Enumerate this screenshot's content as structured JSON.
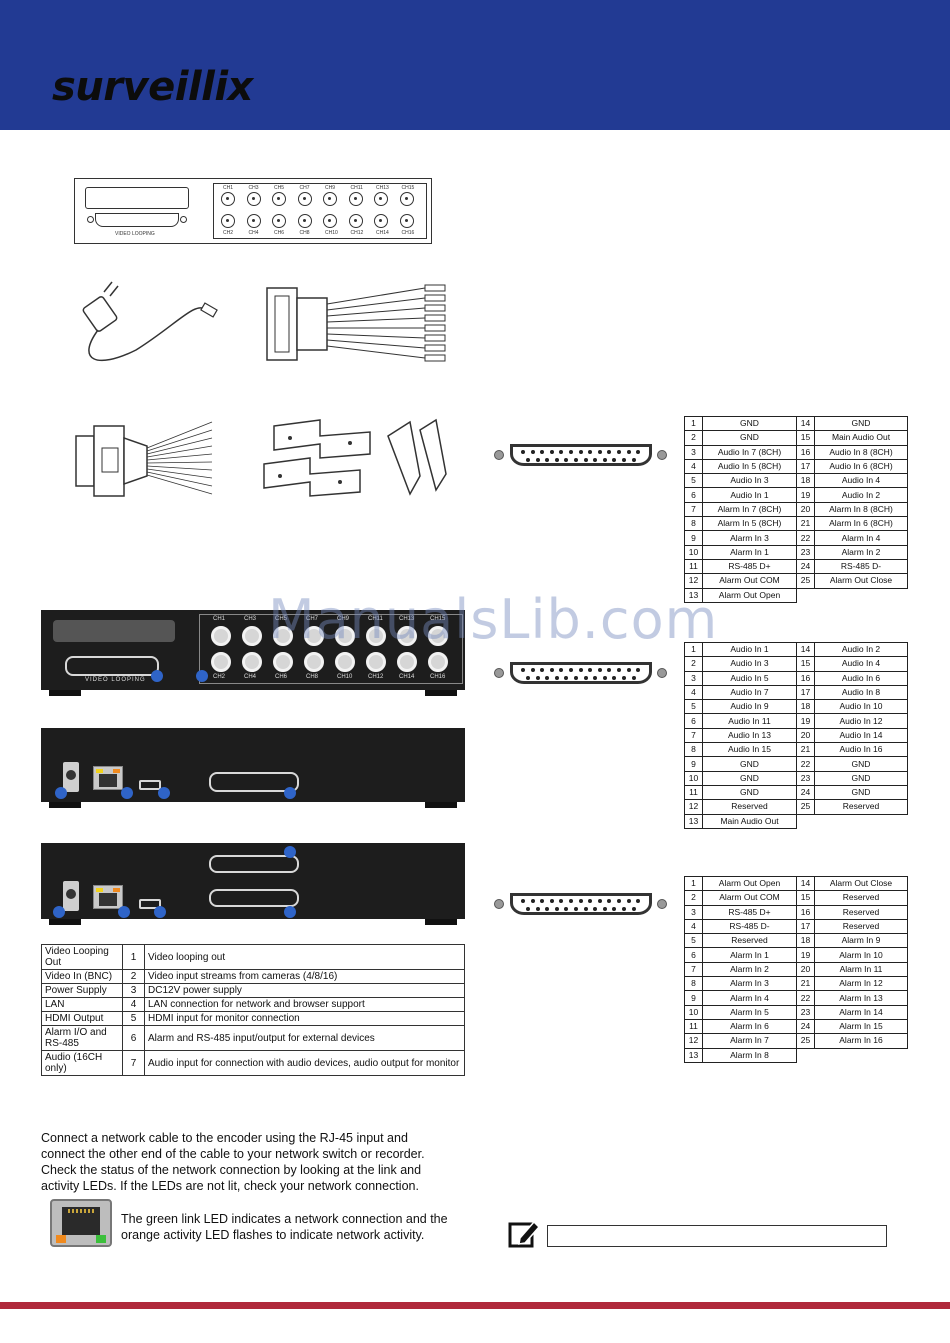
{
  "brand": {
    "logo_text": "surveillix",
    "header_color": "#223a93",
    "footer_color": "#b0293b"
  },
  "watermark": "ManualsLib.com",
  "front_panel": {
    "label": "VIDEO LOOPING",
    "top_channels": [
      "CH1",
      "CH3",
      "CH5",
      "CH7",
      "CH9",
      "CH11",
      "CH13",
      "CH15"
    ],
    "bottom_channels": [
      "CH2",
      "CH4",
      "CH6",
      "CH8",
      "CH10",
      "CH12",
      "CH14",
      "CH16"
    ]
  },
  "device_photo_1": {
    "label": "VIDEO LOOPING",
    "top_channels": [
      "CH1",
      "CH3",
      "CH5",
      "CH7",
      "CH9",
      "CH11",
      "CH13",
      "CH15"
    ],
    "bottom_channels": [
      "CH2",
      "CH4",
      "CH6",
      "CH8",
      "CH10",
      "CH12",
      "CH14",
      "CH16"
    ]
  },
  "pin_table_1": {
    "left": [
      [
        "1",
        "GND"
      ],
      [
        "2",
        "GND"
      ],
      [
        "3",
        "Audio In 7 (8CH)"
      ],
      [
        "4",
        "Audio In 5 (8CH)"
      ],
      [
        "5",
        "Audio In 3"
      ],
      [
        "6",
        "Audio In 1"
      ],
      [
        "7",
        "Alarm In 7 (8CH)"
      ],
      [
        "8",
        "Alarm In 5 (8CH)"
      ],
      [
        "9",
        "Alarm In 3"
      ],
      [
        "10",
        "Alarm In 1"
      ],
      [
        "11",
        "RS-485 D+"
      ],
      [
        "12",
        "Alarm Out COM"
      ],
      [
        "13",
        "Alarm Out Open"
      ]
    ],
    "right": [
      [
        "14",
        "GND"
      ],
      [
        "15",
        "Main Audio Out"
      ],
      [
        "16",
        "Audio In 8 (8CH)"
      ],
      [
        "17",
        "Audio In 6 (8CH)"
      ],
      [
        "18",
        "Audio In 4"
      ],
      [
        "19",
        "Audio In 2"
      ],
      [
        "20",
        "Alarm In 8 (8CH)"
      ],
      [
        "21",
        "Alarm In 6 (8CH)"
      ],
      [
        "22",
        "Alarm In 4"
      ],
      [
        "23",
        "Alarm In 2"
      ],
      [
        "24",
        "RS-485 D-"
      ],
      [
        "25",
        "Alarm Out Close"
      ]
    ]
  },
  "pin_table_2": {
    "left": [
      [
        "1",
        "Audio In 1"
      ],
      [
        "2",
        "Audio In 3"
      ],
      [
        "3",
        "Audio In 5"
      ],
      [
        "4",
        "Audio In 7"
      ],
      [
        "5",
        "Audio In 9"
      ],
      [
        "6",
        "Audio In 11"
      ],
      [
        "7",
        "Audio In 13"
      ],
      [
        "8",
        "Audio In 15"
      ],
      [
        "9",
        "GND"
      ],
      [
        "10",
        "GND"
      ],
      [
        "11",
        "GND"
      ],
      [
        "12",
        "Reserved"
      ],
      [
        "13",
        "Main Audio Out"
      ]
    ],
    "right": [
      [
        "14",
        "Audio In 2"
      ],
      [
        "15",
        "Audio In 4"
      ],
      [
        "16",
        "Audio In 6"
      ],
      [
        "17",
        "Audio In 8"
      ],
      [
        "18",
        "Audio In 10"
      ],
      [
        "19",
        "Audio In 12"
      ],
      [
        "20",
        "Audio In 14"
      ],
      [
        "21",
        "Audio In 16"
      ],
      [
        "22",
        "GND"
      ],
      [
        "23",
        "GND"
      ],
      [
        "24",
        "GND"
      ],
      [
        "25",
        "Reserved"
      ]
    ]
  },
  "pin_table_3": {
    "left": [
      [
        "1",
        "Alarm Out Open"
      ],
      [
        "2",
        "Alarm Out COM"
      ],
      [
        "3",
        "RS-485 D+"
      ],
      [
        "4",
        "RS-485 D-"
      ],
      [
        "5",
        "Reserved"
      ],
      [
        "6",
        "Alarm In 1"
      ],
      [
        "7",
        "Alarm In 2"
      ],
      [
        "8",
        "Alarm In 3"
      ],
      [
        "9",
        "Alarm In 4"
      ],
      [
        "10",
        "Alarm In 5"
      ],
      [
        "11",
        "Alarm In 6"
      ],
      [
        "12",
        "Alarm In 7"
      ],
      [
        "13",
        "Alarm In 8"
      ]
    ],
    "right": [
      [
        "14",
        "Alarm Out Close"
      ],
      [
        "15",
        "Reserved"
      ],
      [
        "16",
        "Reserved"
      ],
      [
        "17",
        "Reserved"
      ],
      [
        "18",
        "Alarm In 9"
      ],
      [
        "19",
        "Alarm In 10"
      ],
      [
        "20",
        "Alarm In 11"
      ],
      [
        "21",
        "Alarm In 12"
      ],
      [
        "22",
        "Alarm In 13"
      ],
      [
        "23",
        "Alarm In 14"
      ],
      [
        "24",
        "Alarm In 15"
      ],
      [
        "25",
        "Alarm In 16"
      ]
    ]
  },
  "connections_table": [
    {
      "name": "Video Looping Out",
      "num": "1",
      "desc": "Video looping out"
    },
    {
      "name": "Video In (BNC)",
      "num": "2",
      "desc": "Video input streams from cameras (4/8/16)"
    },
    {
      "name": "Power Supply",
      "num": "3",
      "desc": "DC12V power supply"
    },
    {
      "name": "LAN",
      "num": "4",
      "desc": "LAN connection for network and browser support"
    },
    {
      "name": "HDMI Output",
      "num": "5",
      "desc": "HDMI input for monitor connection"
    },
    {
      "name": "Alarm I/O and RS-485",
      "num": "6",
      "desc": "Alarm and RS-485 input/output for external devices"
    },
    {
      "name": "Audio (16CH only)",
      "num": "7",
      "desc": "Audio input for connection with audio devices, audio output for monitor"
    }
  ],
  "network_text": "Connect a network cable to the encoder using the RJ-45 input and connect the other end of the cable to your network switch or recorder. Check the status of the network connection by looking at the link and activity LEDs. If the LEDs are not lit, check your network connection.",
  "led_text": "The green link LED indicates a network connection and the orange activity LED flashes to indicate network activity.",
  "note_text": ""
}
